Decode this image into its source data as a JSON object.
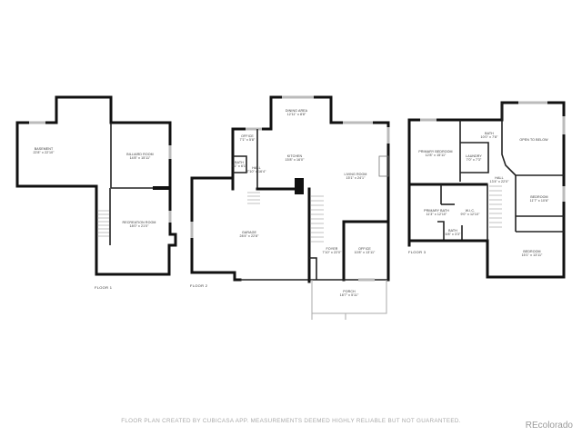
{
  "floors": [
    {
      "name": "FLOOR 1",
      "rooms": [
        {
          "name": "BASEMENT",
          "dims": "22'8\" x 22'10\""
        },
        {
          "name": "BILLIARD ROOM",
          "dims": "14'8\" x 15'11\""
        },
        {
          "name": "RECREATION ROOM",
          "dims": "18'0\" x 21'0\""
        }
      ]
    },
    {
      "name": "FLOOR 2",
      "rooms": [
        {
          "name": "DINING AREA",
          "dims": "12'11\" x 8'8\""
        },
        {
          "name": "OFFICE",
          "dims": "7'1\" x 5'8\""
        },
        {
          "name": "KITCHEN",
          "dims": "15'8\" x 16'0\""
        },
        {
          "name": "BATH",
          "dims": "5'1\" x 6'1\""
        },
        {
          "name": "HALL",
          "dims": "7'10\" x 16'4\""
        },
        {
          "name": "LIVING ROOM",
          "dims": "15'1\" x 24'1\""
        },
        {
          "name": "GARAGE",
          "dims": "28'4\" x 22'8\""
        },
        {
          "name": "FOYER",
          "dims": "7'10\" x 22'0\""
        },
        {
          "name": "OFFICE",
          "dims": "10'8\" x 13'11\""
        },
        {
          "name": "PORCH",
          "dims": "18'7\" x 5'11\""
        }
      ]
    },
    {
      "name": "FLOOR 3",
      "rooms": [
        {
          "name": "PRIMARY BEDROOM",
          "dims": "12'8\" x 15'11\""
        },
        {
          "name": "BATH",
          "dims": "10'0\" x 7'8\""
        },
        {
          "name": "LAUNDRY",
          "dims": "7'0\" x 7'3\""
        },
        {
          "name": "OPEN TO BELOW",
          "dims": ""
        },
        {
          "name": "HALL",
          "dims": "13'4\" x 22'0\""
        },
        {
          "name": "BEDROOM",
          "dims": "11'7\" x 10'6\""
        },
        {
          "name": "PRIMARY BATH",
          "dims": "11'3\" x 12'10\""
        },
        {
          "name": "W.I.C.",
          "dims": "9'0\" x 12'10\""
        },
        {
          "name": "BATH",
          "dims": "6'8\" x 3'3\""
        },
        {
          "name": "BEDROOM",
          "dims": "15'1\" x 13'11\""
        }
      ]
    }
  ],
  "footer": {
    "disclaimer": "FLOOR PLAN CREATED BY CUBICASA APP. MEASUREMENTS DEEMED HIGHLY RELIABLE BUT NOT GUARANTEED.",
    "brand": "REcolorado"
  }
}
